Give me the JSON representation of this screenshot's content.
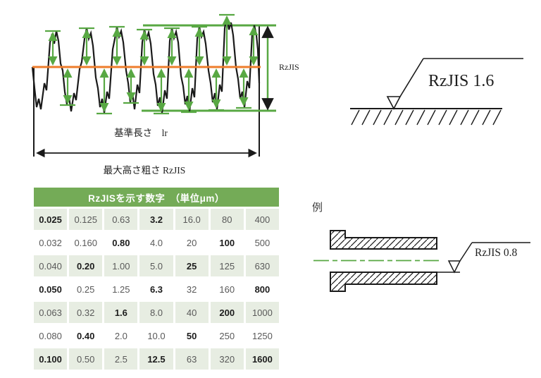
{
  "profile_diagram": {
    "rz_arrow_label": "RzJIS",
    "reference_length_label": "基準長さ　lr",
    "caption": "最大高さ粗さ RzJIS",
    "colors": {
      "mean_line": "#EE7C2B",
      "measure_green": "#58A843",
      "profile": "#1A1A1A"
    }
  },
  "finish_symbol": {
    "value": "RzJIS 1.6"
  },
  "table": {
    "title": "RzJISを示す数字　（単位μm）",
    "unit": "μm",
    "rows": [
      [
        "0.025",
        "0.125",
        "0.63",
        "3.2",
        "16.0",
        "80",
        "400"
      ],
      [
        "0.032",
        "0.160",
        "0.80",
        "4.0",
        "20",
        "100",
        "500"
      ],
      [
        "0.040",
        "0.20",
        "1.00",
        "5.0",
        "25",
        "125",
        "630"
      ],
      [
        "0.050",
        "0.25",
        "1.25",
        "6.3",
        "32",
        "160",
        "800"
      ],
      [
        "0.063",
        "0.32",
        "1.6",
        "8.0",
        "40",
        "200",
        "1000"
      ],
      [
        "0.080",
        "0.40",
        "2.0",
        "10.0",
        "50",
        "250",
        "1250"
      ],
      [
        "0.100",
        "0.50",
        "2.5",
        "12.5",
        "63",
        "320",
        "1600"
      ]
    ],
    "colors": {
      "header_bg": "#74AB57",
      "alt_row_bg": "#E7EDE2"
    }
  },
  "example": {
    "label": "例",
    "symbol_value": "RzJIS 0.8"
  }
}
